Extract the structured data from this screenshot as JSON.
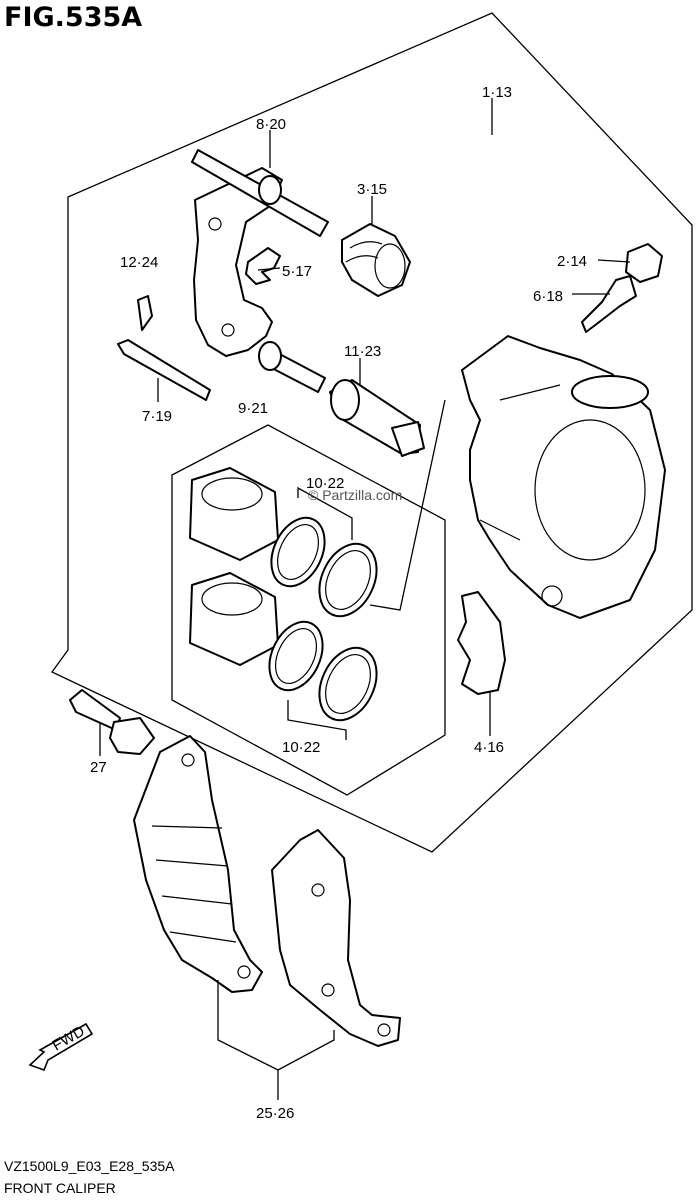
{
  "figure": {
    "title": "FIG.535A",
    "code": "VZ1500L9_E03_E28_535A",
    "name": "FRONT CALIPER",
    "watermark": "© Partzilla.com",
    "fwd_label": "FWD"
  },
  "callouts": {
    "c1": "1·13",
    "c2": "8·20",
    "c3": "3·15",
    "c4": "12·24",
    "c5": "5·17",
    "c6": "2·14",
    "c7": "6·18",
    "c8": "11·23",
    "c9": "7·19",
    "c10": "9·21",
    "c11": "10·22",
    "c12": "10·22",
    "c13": "4·16",
    "c14": "27",
    "c15": "25·26"
  }
}
